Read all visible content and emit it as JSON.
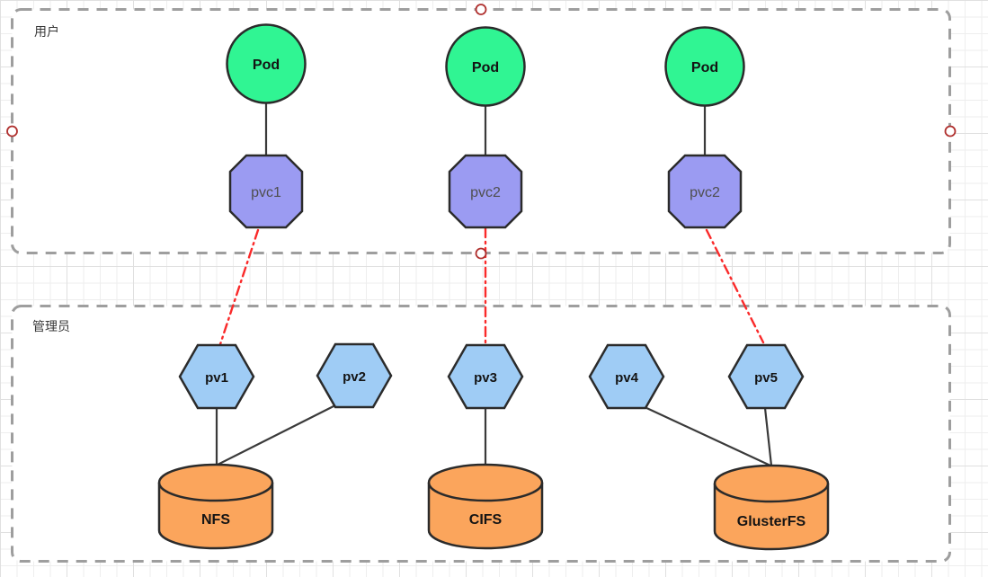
{
  "diagram": {
    "kind": "kubernetes-persistent-volume-diagram",
    "groups": [
      {
        "id": "user",
        "label": "用户"
      },
      {
        "id": "admin",
        "label": "管理员"
      }
    ],
    "nodes": {
      "pods": [
        {
          "label": "Pod"
        },
        {
          "label": "Pod"
        },
        {
          "label": "Pod"
        }
      ],
      "pvcs": [
        {
          "label": "pvc1"
        },
        {
          "label": "pvc2"
        },
        {
          "label": "pvc2"
        }
      ],
      "pvs": [
        {
          "label": "pv1"
        },
        {
          "label": "pv2"
        },
        {
          "label": "pv3"
        },
        {
          "label": "pv4"
        },
        {
          "label": "pv5"
        }
      ],
      "storages": [
        {
          "label": "NFS"
        },
        {
          "label": "CIFS"
        },
        {
          "label": "GlusterFS"
        }
      ]
    },
    "edges": {
      "solid": [
        {
          "from": "Pod-1",
          "to": "pvc1"
        },
        {
          "from": "Pod-2",
          "to": "pvc2"
        },
        {
          "from": "Pod-3",
          "to": "pvc2"
        },
        {
          "from": "pv1",
          "to": "NFS"
        },
        {
          "from": "pv2",
          "to": "NFS"
        },
        {
          "from": "pv3",
          "to": "CIFS"
        },
        {
          "from": "pv4",
          "to": "GlusterFS"
        },
        {
          "from": "pv5",
          "to": "GlusterFS"
        }
      ],
      "dashdot_red": [
        {
          "from": "pvc1",
          "to": "pv1"
        },
        {
          "from": "pvc2",
          "to": "pv3"
        },
        {
          "from": "pvc2",
          "to": "pv5"
        }
      ]
    },
    "colors": {
      "pod": "#30f593",
      "pvc": "#9b9bf2",
      "pv": "#9fccf5",
      "storage": "#fba55c",
      "shape_stroke": "#2b2b2b",
      "edge": "#3a3a3a",
      "link_red": "#fa2a2a",
      "container_border": "#9e9e9e",
      "connection_point": "#b0302e"
    }
  }
}
